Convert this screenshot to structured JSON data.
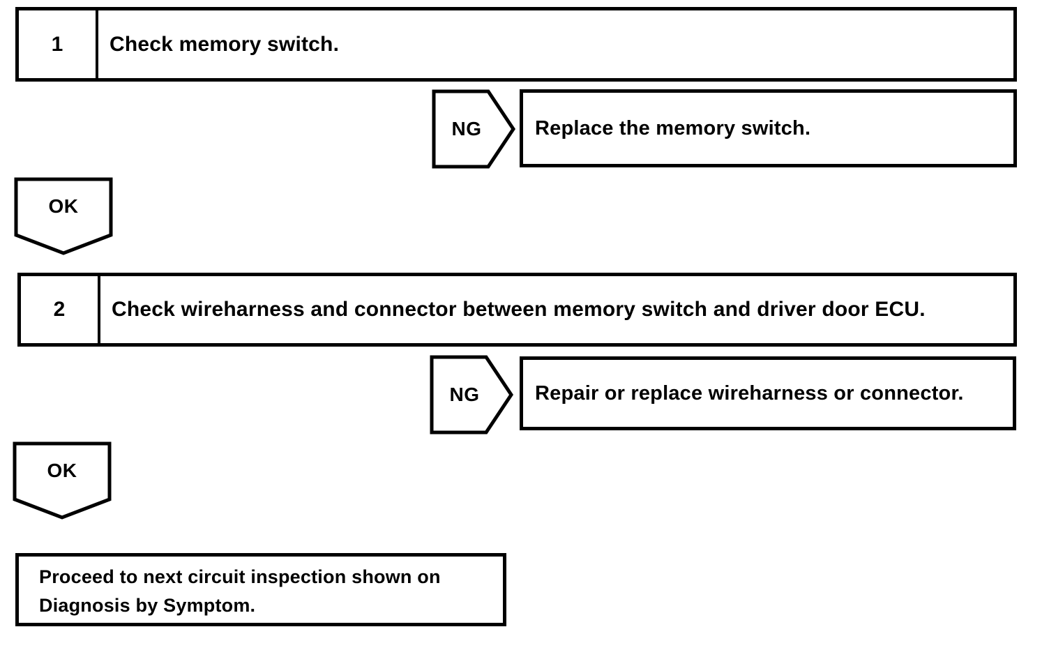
{
  "page": {
    "background_color": "#ffffff",
    "ink_color": "#000000",
    "kind": "diagnostic troubleshooting flowchart"
  },
  "flowchart": {
    "steps": [
      {
        "number": "1",
        "instruction": "Check memory switch."
      },
      {
        "number": "2",
        "instruction": "Check wireharness and connector between memory switch and driver door ECU."
      }
    ],
    "branches": [
      {
        "label": "NG",
        "action": "Replace the memory switch."
      },
      {
        "label": "NG",
        "action": "Repair or replace wireharness or connector."
      }
    ],
    "ok_labels": [
      "OK",
      "OK"
    ],
    "conclusion": {
      "line1": "Proceed to next circuit inspection shown on",
      "line2": "Diagnosis by Symptom."
    }
  }
}
